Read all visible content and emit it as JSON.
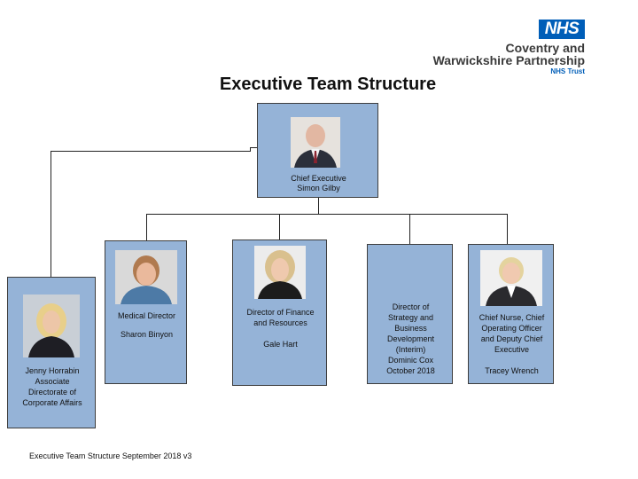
{
  "logo": {
    "badge": "NHS",
    "line1": "Coventry and",
    "line2": "Warwickshire Partnership",
    "trust": "NHS Trust",
    "brand_color": "#005EB8"
  },
  "title": "Executive Team Structure",
  "box_color": "#95B3D7",
  "chief": {
    "role": "Chief Executive",
    "name": "Simon Gilby"
  },
  "corporate": {
    "name": "Jenny Horrabin",
    "line2": "Associate",
    "line3": "Directorate of",
    "line4": "Corporate Affairs"
  },
  "medical": {
    "role": "Medical Director",
    "name": "Sharon Binyon"
  },
  "finance": {
    "role_line1": "Director of Finance",
    "role_line2": "and Resources",
    "name": "Gale Hart"
  },
  "strategy": {
    "l1": "Director of",
    "l2": "Strategy and",
    "l3": "Business",
    "l4": "Development",
    "l5": "(Interim)",
    "name": "Dominic Cox",
    "date": "October 2018"
  },
  "nurse": {
    "l1": "Chief Nurse, Chief",
    "l2": "Operating Officer",
    "l3": "and Deputy Chief",
    "l4": "Executive",
    "name": "Tracey Wrench"
  },
  "footer": "Executive Team Structure September 2018 v3"
}
